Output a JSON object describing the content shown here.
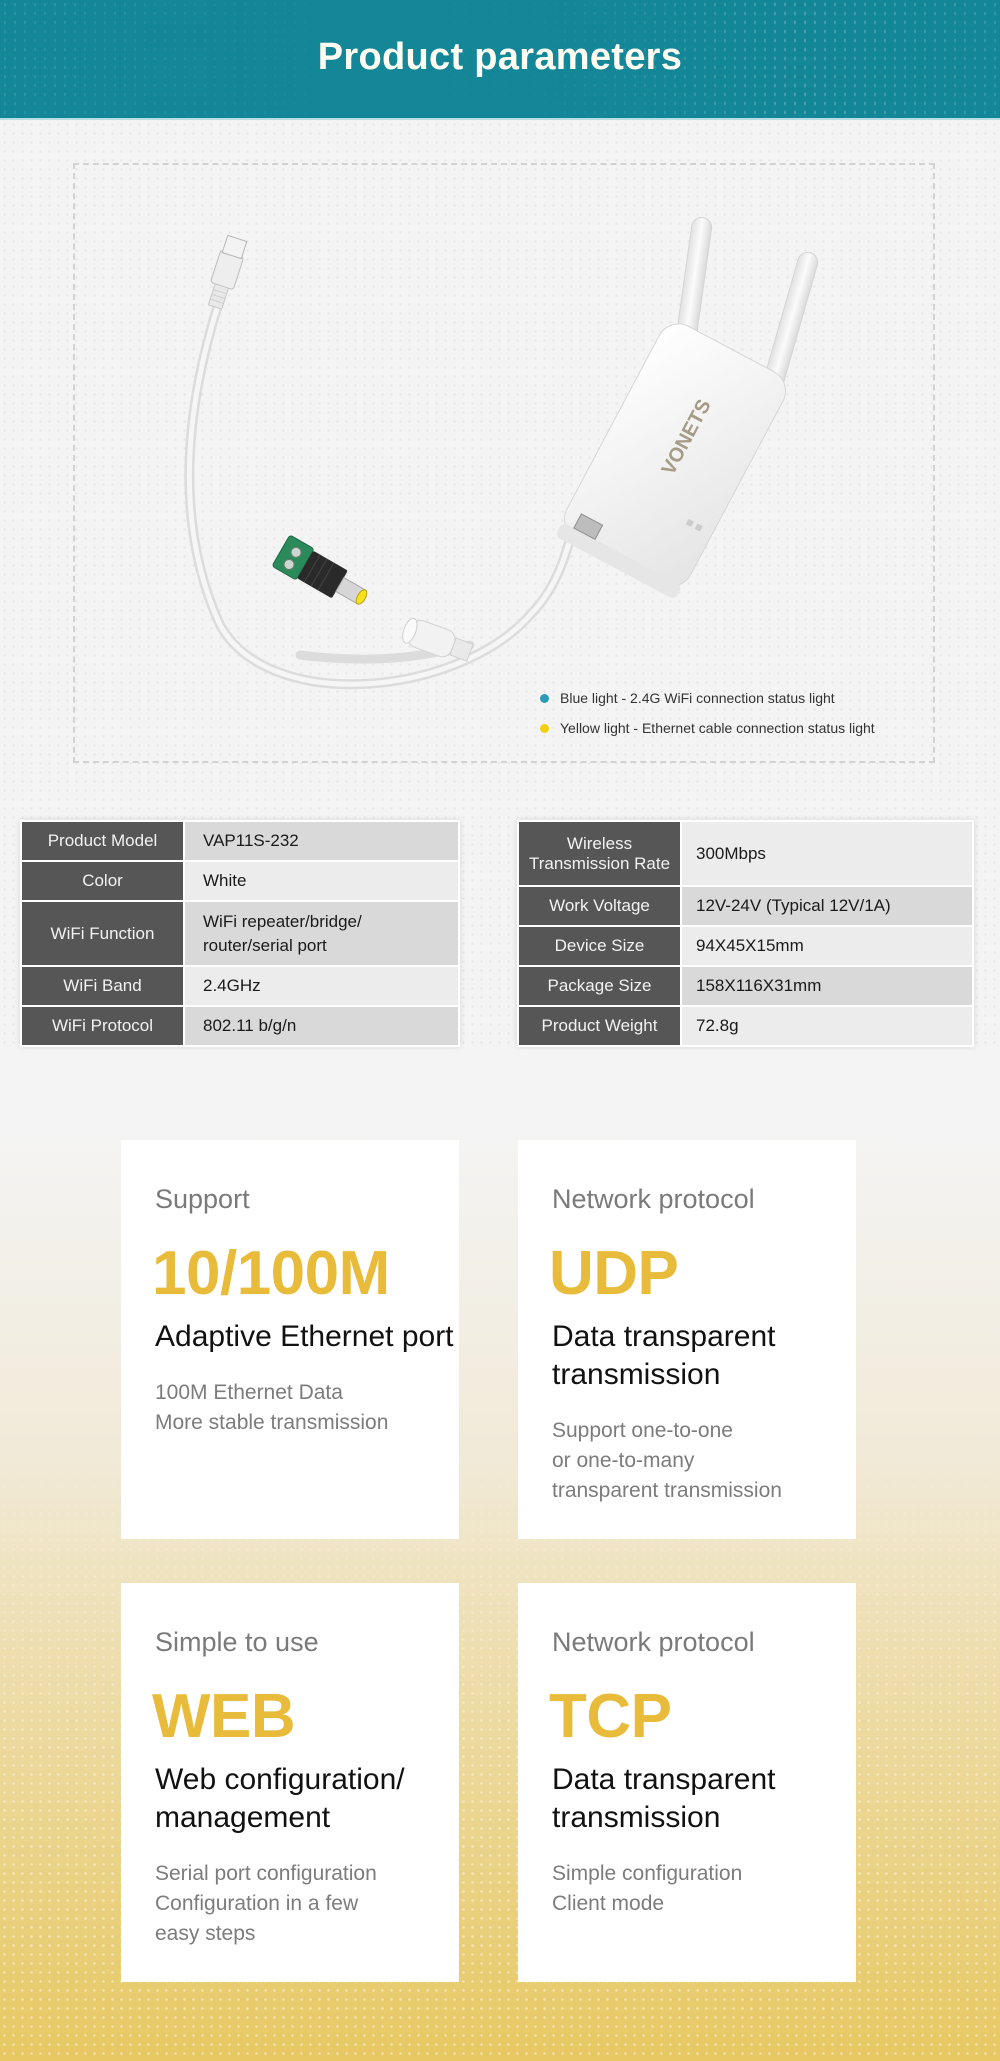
{
  "header": {
    "title": "Product parameters"
  },
  "product": {
    "brand_logo_text": "VONETS",
    "legend": [
      {
        "color": "#2a9bb8",
        "label": "Blue light - 2.4G WiFi connection status light"
      },
      {
        "color": "#f2cf11",
        "label": "Yellow light - Ethernet cable connection status light"
      }
    ]
  },
  "spec_table_left": {
    "rows": [
      {
        "label": "Product Model",
        "value": "VAP11S-232"
      },
      {
        "label": "Color",
        "value": "White"
      },
      {
        "label": "WiFi Function",
        "value": "WiFi repeater/bridge/\nrouter/serial port"
      },
      {
        "label": "WiFi Band",
        "value": "2.4GHz"
      },
      {
        "label": "WiFi Protocol",
        "value": "802.11 b/g/n"
      }
    ]
  },
  "spec_table_right": {
    "rows": [
      {
        "label": "Wireless\nTransmission Rate",
        "value": "300Mbps"
      },
      {
        "label": "Work Voltage",
        "value": "12V-24V (Typical 12V/1A)"
      },
      {
        "label": "Device Size",
        "value": "94X45X15mm"
      },
      {
        "label": "Package Size",
        "value": "158X116X31mm"
      },
      {
        "label": "Product Weight",
        "value": "72.8g"
      }
    ]
  },
  "features": [
    {
      "kicker": "Support",
      "big": "10/100M",
      "headline": "Adaptive Ethernet port",
      "description": [
        "100M Ethernet Data",
        "More stable transmission"
      ]
    },
    {
      "kicker": "Network protocol",
      "big": "UDP",
      "headline": "Data transparent transmission",
      "description": [
        "Support one-to-one",
        "or one-to-many",
        "transparent transmission"
      ]
    },
    {
      "kicker": "Simple to use",
      "big": "WEB",
      "headline": "Web configuration/ management",
      "description": [
        "Serial port configuration",
        "Configuration in a few",
        "easy steps"
      ]
    },
    {
      "kicker": "Network protocol",
      "big": "TCP",
      "headline": "Data transparent transmission",
      "description": [
        "Simple configuration",
        "Client mode"
      ]
    }
  ],
  "colors": {
    "header_teal": "#138697",
    "accent_yellow": "#e8bc3a",
    "table_label_bg": "#565656"
  }
}
